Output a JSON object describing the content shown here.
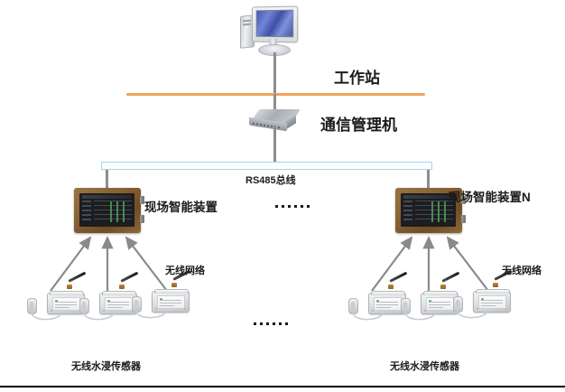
{
  "diagram": {
    "title_workstation": "工作站",
    "label_comm_manager": "通信管理机",
    "label_bus": "RS485总线",
    "label_device_left": "现场智能装置",
    "label_device_right": "现场智能装置N",
    "label_wireless_left": "无线网络",
    "label_wireless_right": "无线网络",
    "label_sensor_group_left": "无线水浸传感器",
    "label_sensor_group_right": "无线水浸传感器",
    "ellipsis_devices": "……",
    "ellipsis_sensors": "……"
  },
  "colors": {
    "orange_line": "#efa35b",
    "bus_outline": "#9fd6ef",
    "connector_line": "#8d8d8d",
    "device_bezel": "#8a6334",
    "arrow": "#8a8a8a",
    "text": "#1b1b1b",
    "rule": "#000000",
    "screen_blue": "#4558b4",
    "sensor_led": "#56b45f"
  },
  "nodes": [
    {
      "id": "workstation",
      "label": "工作站",
      "icon": "desktop-computer-icon"
    },
    {
      "id": "comm-manager",
      "label": "通信管理机",
      "icon": "modem-device-icon"
    },
    {
      "id": "device-left",
      "label": "现场智能装置",
      "icon": "field-device-icon"
    },
    {
      "id": "device-right",
      "label": "现场智能装置N",
      "icon": "field-device-icon"
    },
    {
      "id": "sensors-left",
      "label": "无线水浸传感器",
      "count": 3,
      "icon": "wireless-sensor-icon"
    },
    {
      "id": "sensors-right",
      "label": "无线水浸传感器",
      "count": 3,
      "icon": "wireless-sensor-icon"
    }
  ]
}
